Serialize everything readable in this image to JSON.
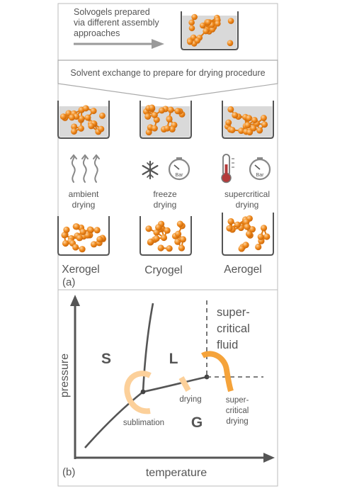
{
  "panel_a": {
    "label": "(a)",
    "intro_lines": [
      "Solvogels prepared",
      "via different assembly",
      "approaches"
    ],
    "banner": "Solvent exchange to prepare for drying procedure",
    "methods": [
      {
        "lines": [
          "ambient",
          "drying"
        ],
        "product": "Xerogel",
        "icons": [
          "heat-waves-icon"
        ]
      },
      {
        "lines": [
          "freeze",
          "drying"
        ],
        "product": "Cryogel",
        "icons": [
          "snowflake-icon",
          "pressure-gauge-icon"
        ],
        "gauge_label": "Bar"
      },
      {
        "lines": [
          "supercritical",
          "drying"
        ],
        "product": "Aerogel",
        "icons": [
          "thermometer-icon",
          "pressure-gauge-icon"
        ],
        "gauge_label": "Bar"
      }
    ]
  },
  "panel_b": {
    "label": "(b)",
    "x_axis_label": "temperature",
    "y_axis_label": "pressure",
    "regions": {
      "solid": "S",
      "liquid": "L",
      "gas": "G"
    },
    "supercritical_lines": [
      "super-",
      "critical",
      "fluid"
    ],
    "paths": {
      "sublimation": "sublimation",
      "drying": "drying",
      "supercritical_lines": [
        "super-",
        "critical",
        "drying"
      ]
    }
  },
  "colors": {
    "particle": "#f08a1c",
    "particle_highlight": "#fbc27a",
    "liquid": "#d9d9d9",
    "container": "#555555",
    "path_light": "#fcd09a",
    "path_dark": "#f5a33a",
    "axis": "#555555"
  }
}
